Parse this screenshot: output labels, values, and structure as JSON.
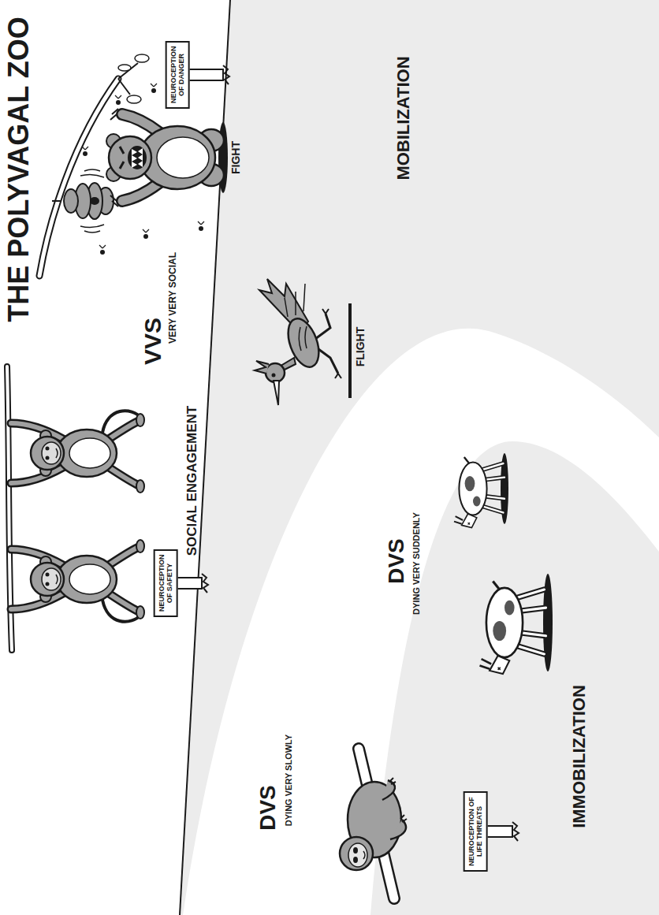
{
  "diagram": {
    "title": "THE POLYVAGAL ZOO",
    "nodes": [
      {
        "text": [
          "NEUROCEPTION OF SAFETY"
        ]
      },
      {
        "text": [
          "NEUROCEPTION OF DANGER"
        ]
      },
      {
        "text": [
          "NEUROCEPTION OF LIFE THREATS"
        ]
      }
    ],
    "labels": [
      "VVS",
      "VERY VERY SOCIAL",
      "SOCIAL ENGAGEMENT",
      "FIGHT",
      "FLIGHT",
      "MOBILIZATION",
      "DVS",
      "DYING VERY SLOWLY",
      "DVS",
      "DYING VERY SUDDENLY",
      "IMMOBILIZATION"
    ]
  }
}
